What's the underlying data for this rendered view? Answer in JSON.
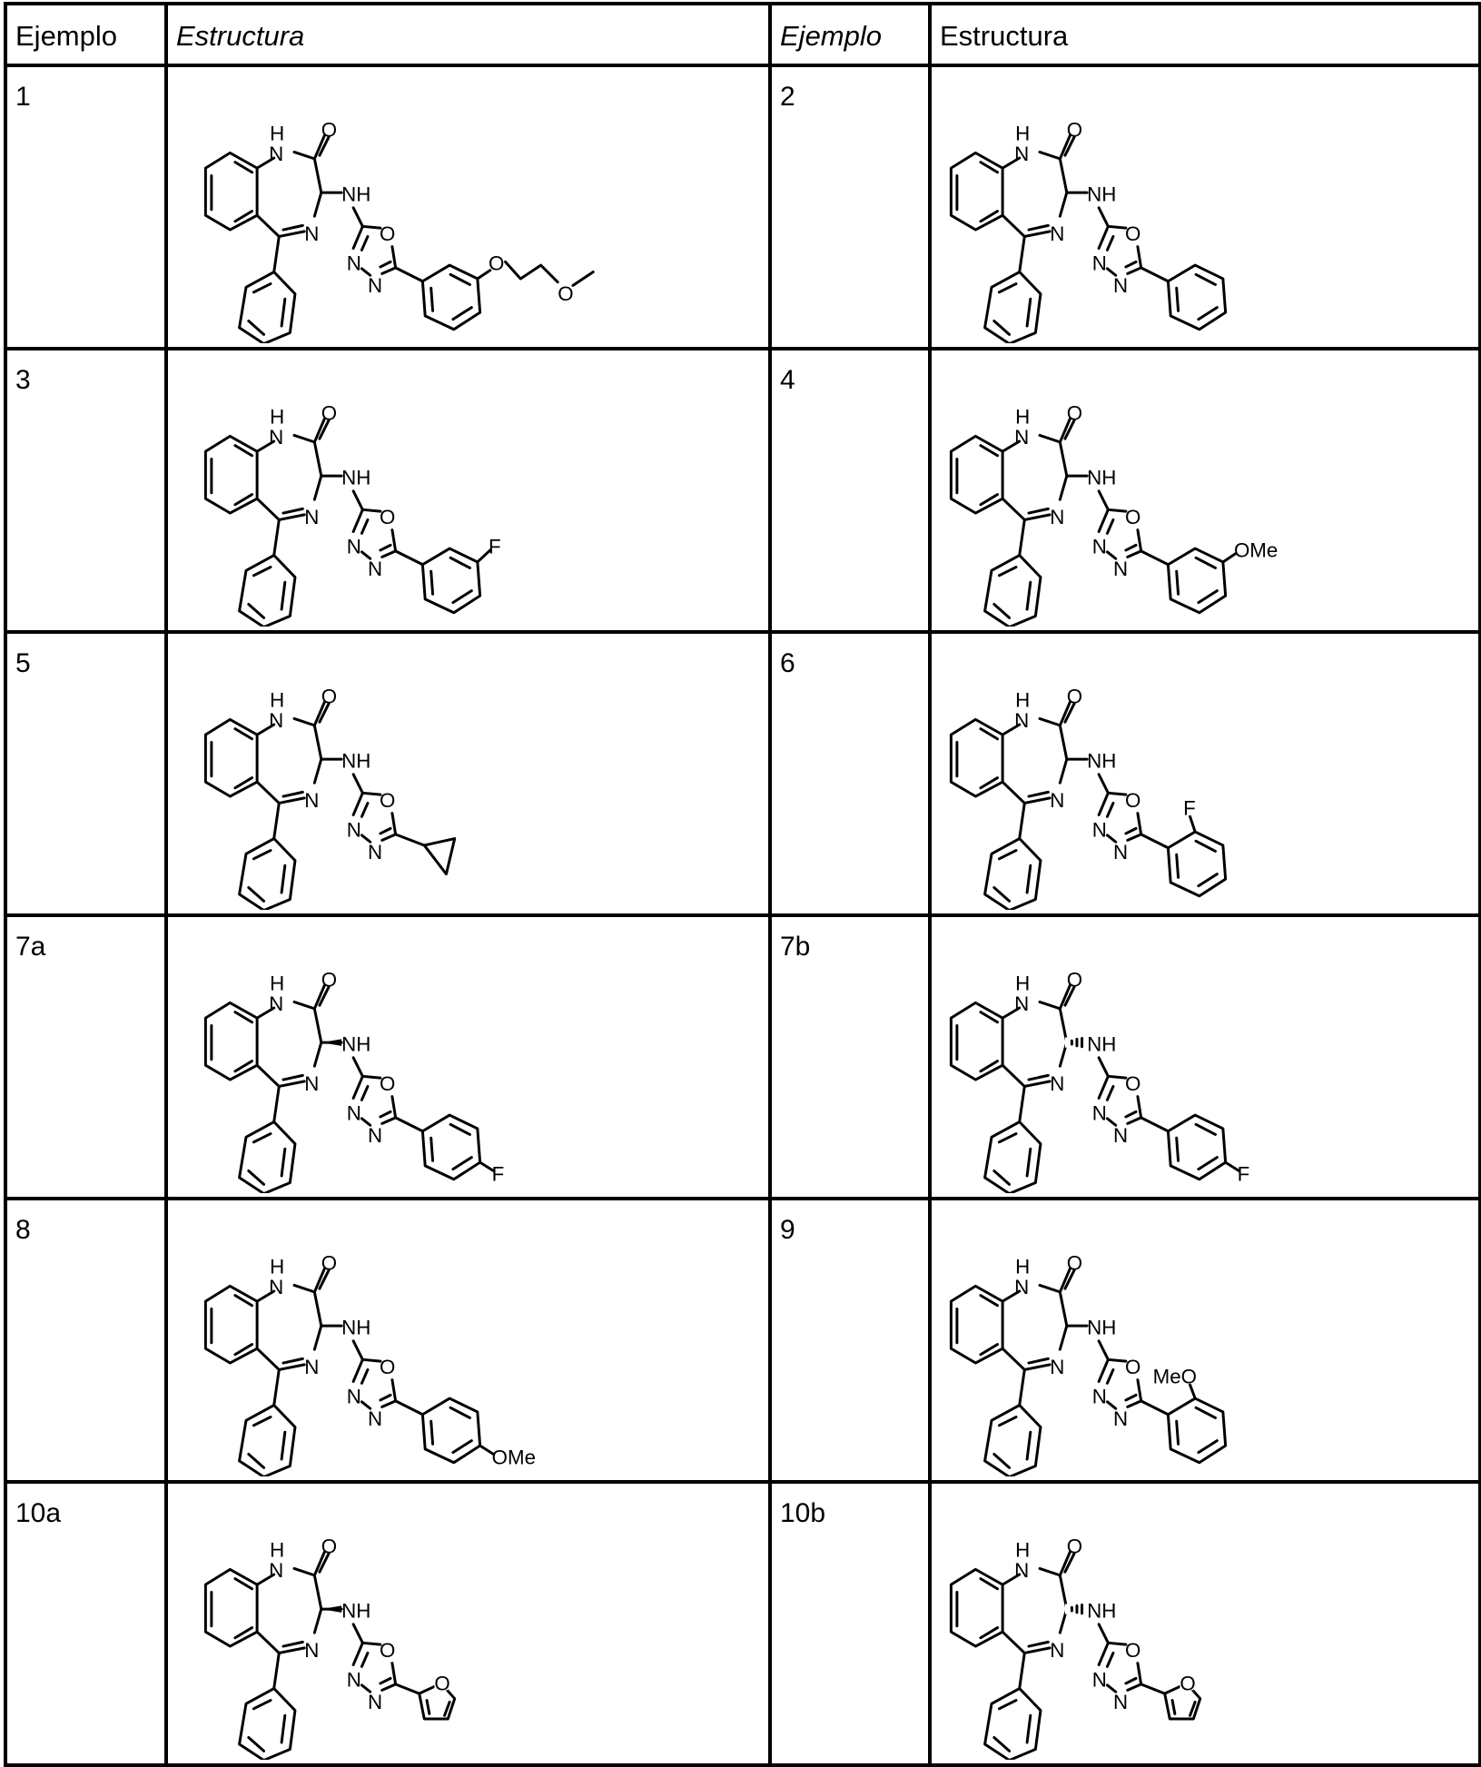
{
  "table": {
    "headers": [
      {
        "label": "Ejemplo",
        "italic": false
      },
      {
        "label": "Estructura",
        "italic": true
      },
      {
        "label": "Ejemplo",
        "italic": true
      },
      {
        "label": "Estructura",
        "italic": false
      }
    ],
    "rows": [
      {
        "left": {
          "example": "1",
          "substituent": "3-(2-methoxyethoxy)phenyl",
          "labels": {
            "O1": "O",
            "O2": "O"
          }
        },
        "right": {
          "example": "2",
          "substituent": "phenyl"
        }
      },
      {
        "left": {
          "example": "3",
          "substituent": "3-fluorophenyl",
          "labels": {
            "F": "F"
          }
        },
        "right": {
          "example": "4",
          "substituent": "3-methoxyphenyl",
          "labels": {
            "OMe": "OMe"
          }
        }
      },
      {
        "left": {
          "example": "5",
          "substituent": "cyclopropyl"
        },
        "right": {
          "example": "6",
          "substituent": "2-fluorophenyl",
          "labels": {
            "F": "F"
          }
        }
      },
      {
        "left": {
          "example": "7a",
          "substituent": "4-fluorophenyl",
          "labels": {
            "F": "F"
          }
        },
        "right": {
          "example": "7b",
          "substituent": "4-fluorophenyl",
          "stereo": "hashed",
          "labels": {
            "F": "F"
          }
        }
      },
      {
        "left": {
          "example": "8",
          "substituent": "4-methoxyphenyl",
          "labels": {
            "OMe": "OMe"
          }
        },
        "right": {
          "example": "9",
          "substituent": "2-methoxyphenyl",
          "labels": {
            "MeO": "MeO"
          }
        }
      },
      {
        "left": {
          "example": "10a",
          "substituent": "2-furyl",
          "stereo": "wedge"
        },
        "right": {
          "example": "10b",
          "substituent": "2-furyl",
          "stereo": "hashed"
        }
      }
    ]
  },
  "core_labels": {
    "H": "H",
    "N1": "N",
    "O": "O",
    "NH": "NH",
    "N4": "N",
    "ox_O": "O",
    "ox_N3": "N",
    "ox_N4": "N"
  }
}
